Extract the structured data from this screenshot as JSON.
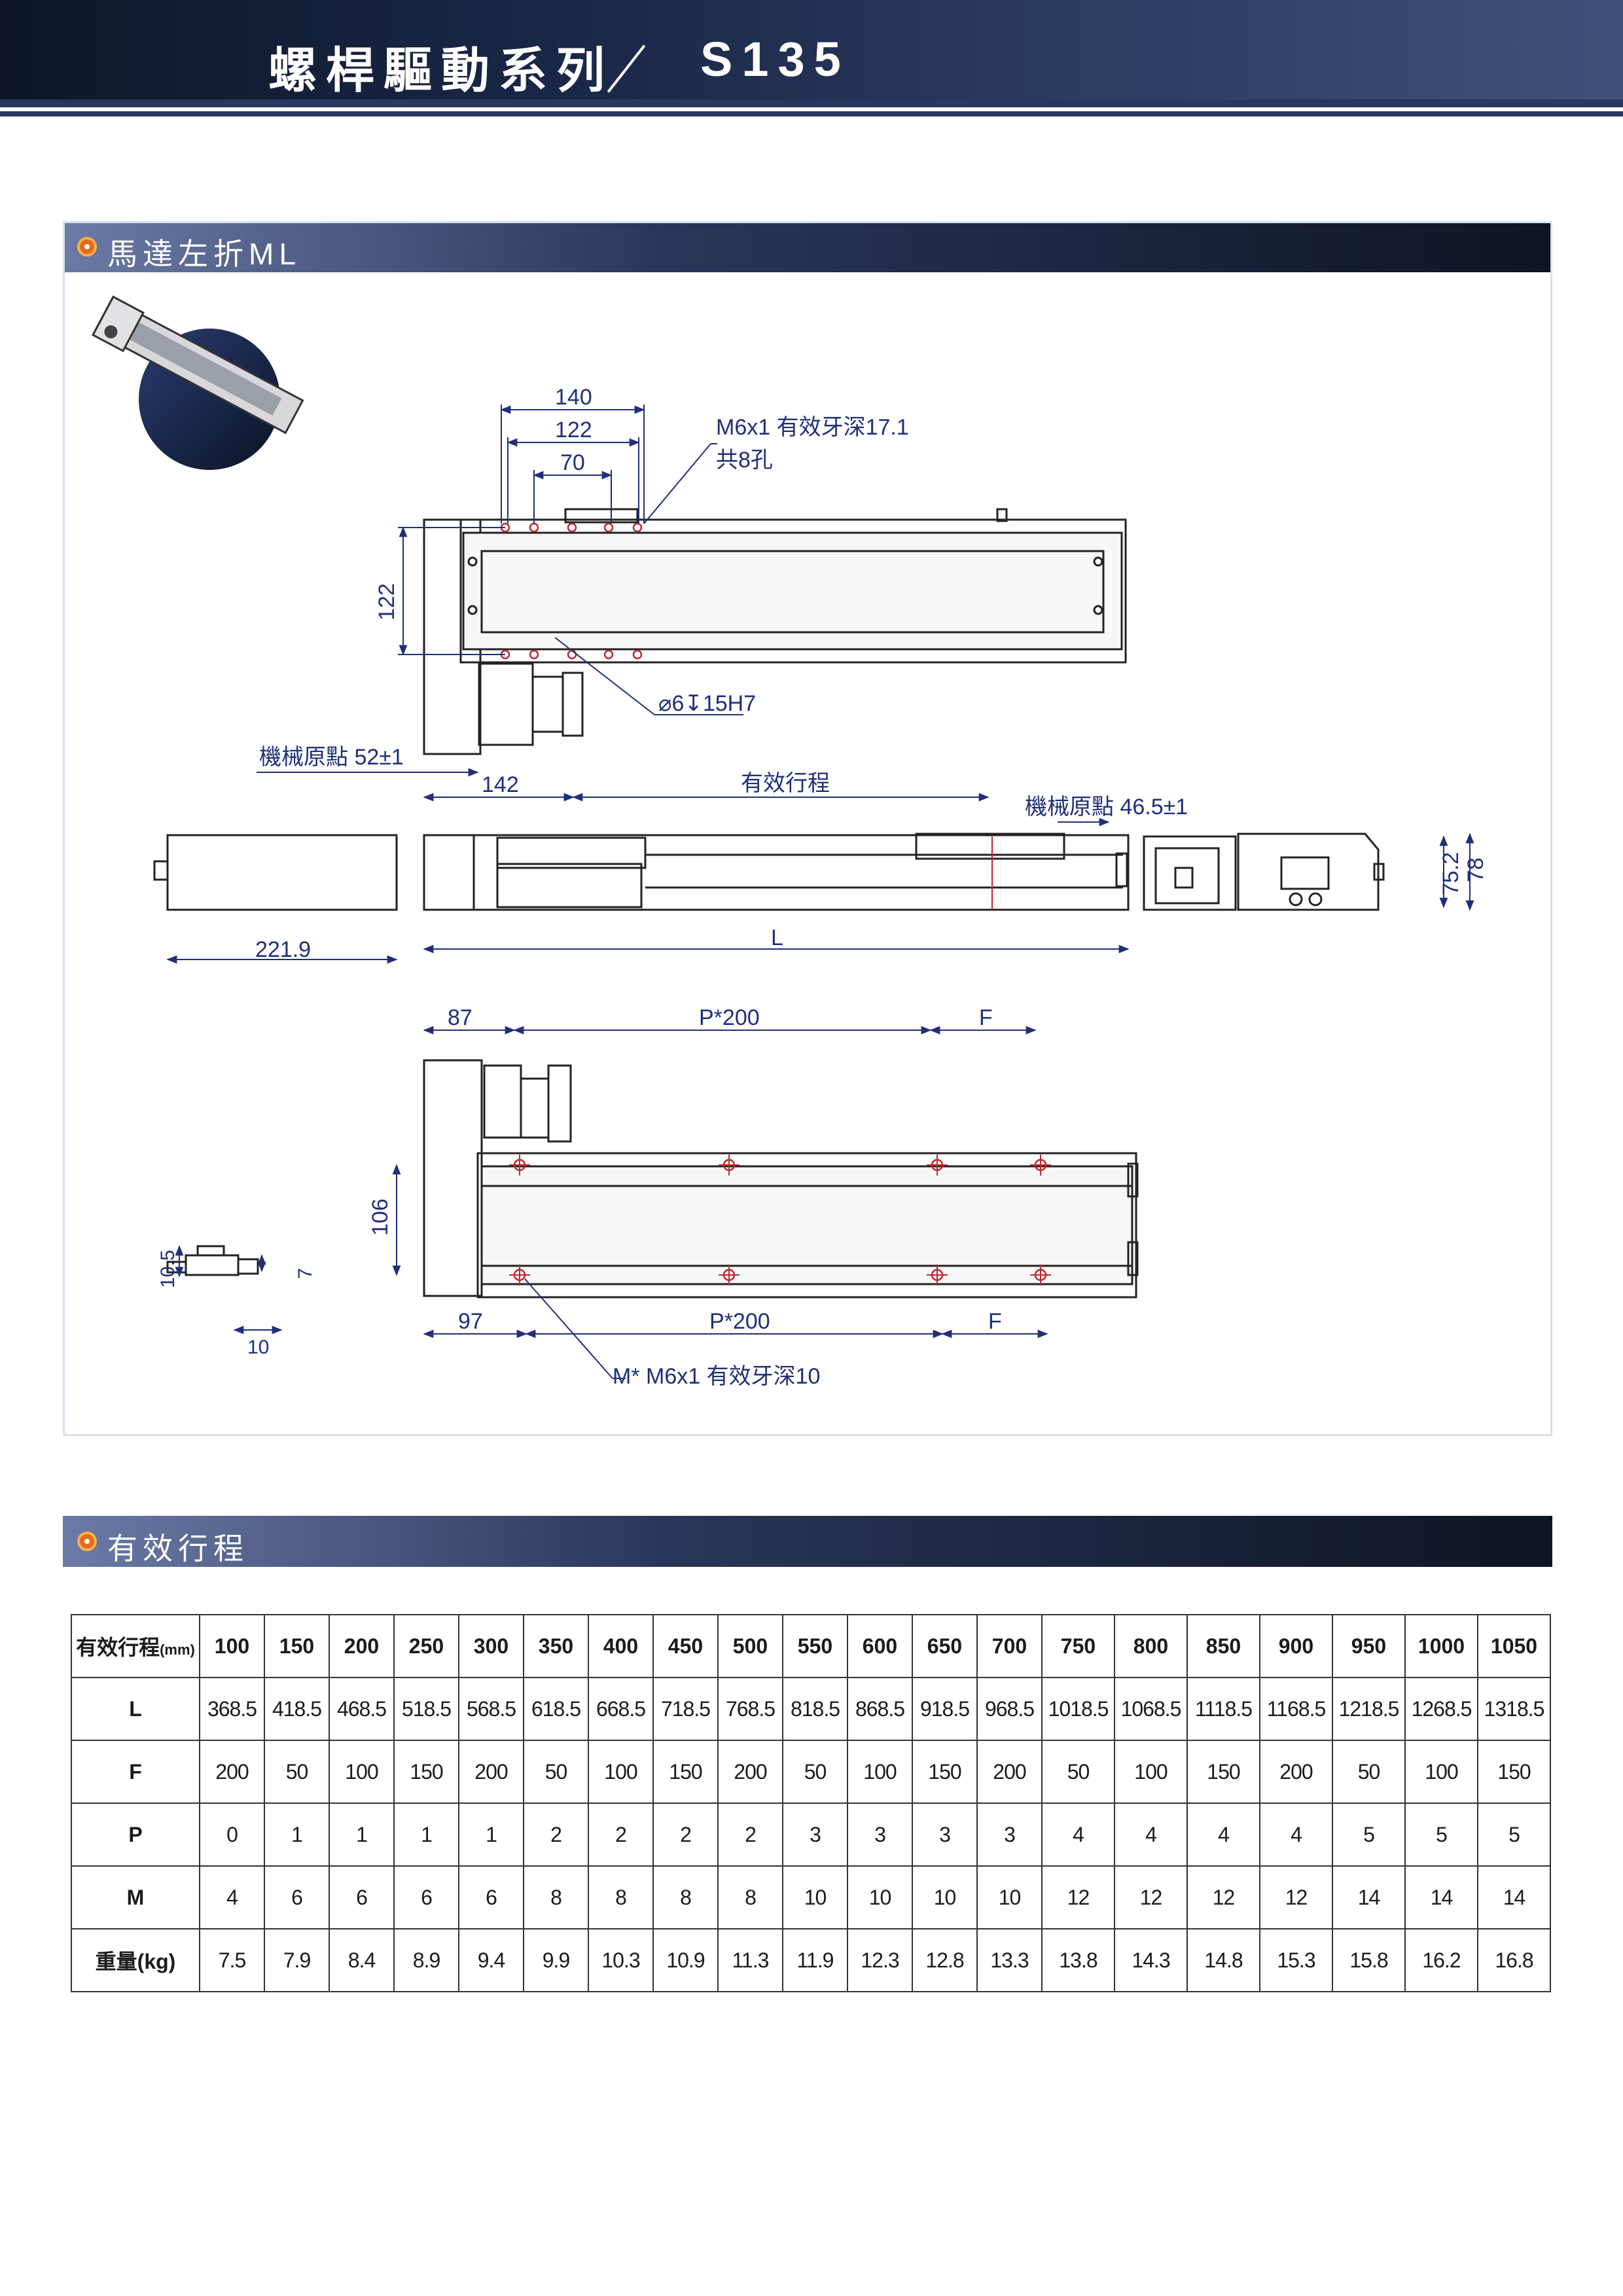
{
  "header": {
    "title": "螺桿驅動系列",
    "model": "S135"
  },
  "section_ml": {
    "title": "馬達左折ML"
  },
  "section_stroke": {
    "title": "有效行程"
  },
  "drawing": {
    "dim_140": "140",
    "dim_122_top": "122",
    "dim_70": "70",
    "hole_note_1": "M6x1 有效牙深17.1",
    "hole_note_2": "共8孔",
    "dim_122_side": "122",
    "pin_note": "⌀6↧15H7",
    "origin_left": "機械原點 52±1",
    "dim_142": "142",
    "stroke_label": "有效行程",
    "origin_right": "機械原點 46.5±1",
    "dim_221_9": "221.9",
    "dim_L": "L",
    "dim_75_2": "75.2",
    "dim_78": "78",
    "dim_87": "87",
    "dim_p200_top": "P*200",
    "dim_F_top": "F",
    "dim_106": "106",
    "dim_10_5": "10.5",
    "dim_7": "7",
    "dim_10": "10",
    "dim_97": "97",
    "dim_p200_bot": "P*200",
    "dim_F_bot": "F",
    "m_note": "M* M6x1 有效牙深10"
  },
  "table": {
    "header_label": "有效行程",
    "header_unit": "(mm)",
    "strokes": [
      "100",
      "150",
      "200",
      "250",
      "300",
      "350",
      "400",
      "450",
      "500",
      "550",
      "600",
      "650",
      "700",
      "750",
      "800",
      "850",
      "900",
      "950",
      "1000",
      "1050"
    ],
    "rows": [
      {
        "label": "L",
        "values": [
          "368.5",
          "418.5",
          "468.5",
          "518.5",
          "568.5",
          "618.5",
          "668.5",
          "718.5",
          "768.5",
          "818.5",
          "868.5",
          "918.5",
          "968.5",
          "1018.5",
          "1068.5",
          "1118.5",
          "1168.5",
          "1218.5",
          "1268.5",
          "1318.5"
        ]
      },
      {
        "label": "F",
        "values": [
          "200",
          "50",
          "100",
          "150",
          "200",
          "50",
          "100",
          "150",
          "200",
          "50",
          "100",
          "150",
          "200",
          "50",
          "100",
          "150",
          "200",
          "50",
          "100",
          "150"
        ]
      },
      {
        "label": "P",
        "values": [
          "0",
          "1",
          "1",
          "1",
          "1",
          "2",
          "2",
          "2",
          "2",
          "3",
          "3",
          "3",
          "3",
          "4",
          "4",
          "4",
          "4",
          "5",
          "5",
          "5"
        ]
      },
      {
        "label": "M",
        "values": [
          "4",
          "6",
          "6",
          "6",
          "6",
          "8",
          "8",
          "8",
          "8",
          "10",
          "10",
          "10",
          "10",
          "12",
          "12",
          "12",
          "12",
          "14",
          "14",
          "14"
        ]
      },
      {
        "label": "重量(kg)",
        "values": [
          "7.5",
          "7.9",
          "8.4",
          "8.9",
          "9.4",
          "9.9",
          "10.3",
          "10.9",
          "11.3",
          "11.9",
          "12.3",
          "12.8",
          "13.3",
          "13.8",
          "14.3",
          "14.8",
          "15.3",
          "15.8",
          "16.2",
          "16.8"
        ]
      }
    ]
  }
}
